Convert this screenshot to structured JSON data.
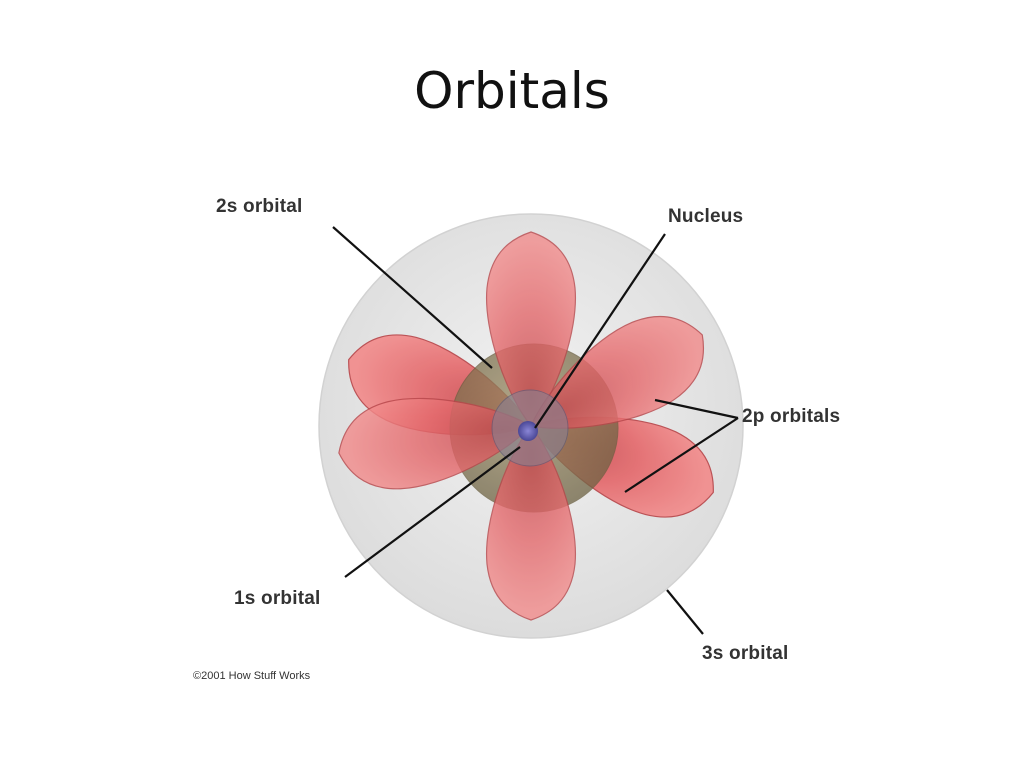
{
  "slide": {
    "title": "Orbitals"
  },
  "labels": {
    "s2": "2s orbital",
    "nucleus": "Nucleus",
    "p2": "2p orbitals",
    "s1": "1s orbital",
    "s3": "3s orbital"
  },
  "credit": "©2001 How Stuff Works",
  "colors": {
    "lobe_fill": "#e05f63",
    "lobe_stroke": "#b8474b",
    "outer_shell": "#e3e3e3",
    "inner_shell": "#7a6a45",
    "nucleus_core": "#5a55a8",
    "leader_line": "#111111"
  }
}
